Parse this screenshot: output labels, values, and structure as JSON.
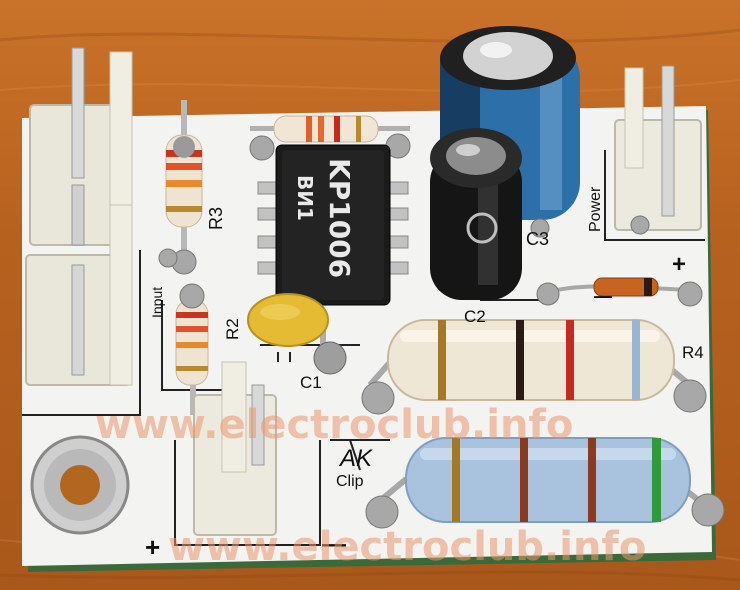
{
  "labels": {
    "r3": "R3",
    "r2": "R2",
    "c1": "C1",
    "c2": "C2",
    "c3": "C3",
    "r4": "R4",
    "input": "Input",
    "power": "Power",
    "clip": "Clip",
    "ak": "AK",
    "plus_left": "+",
    "minus_left": "—",
    "plus_right": "+",
    "minus_right": "—"
  },
  "chip": {
    "line1": "KP1006",
    "line2": "BИ1"
  },
  "watermark": {
    "text": "www.electroclub.info"
  },
  "colors": {
    "board": "#f3f3f1",
    "wood": "#b8621f",
    "chip": "#1b1b1b",
    "cap_blue": "#2d6fa8",
    "cap_black": "#151515",
    "connector": "#ece9de",
    "resistor_body": "#efe7d6",
    "resistor_blue": "#a9c3df",
    "film_cap": "#e8c13a"
  }
}
